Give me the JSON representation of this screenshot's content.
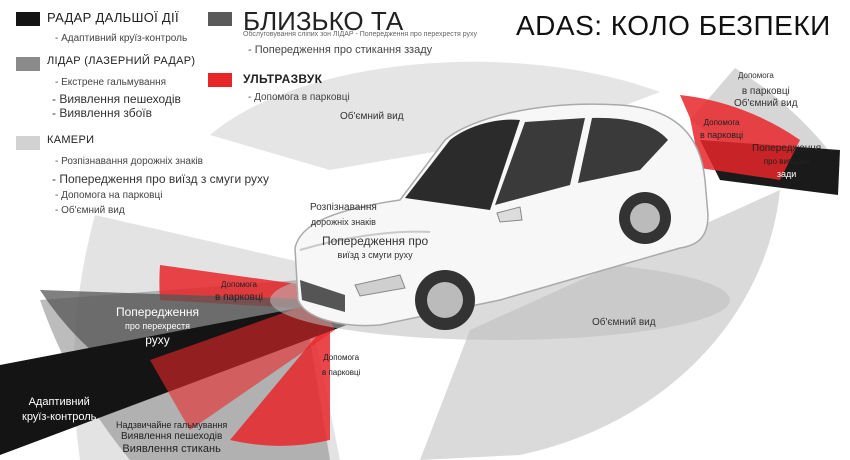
{
  "title": "ADAS: КОЛО БЕЗПЕКИ",
  "legend": [
    {
      "heading": "РАДАР ДАЛЬШОЇ ДІЇ",
      "color": "#141414",
      "items": [
        "- Адаптивний круїз-контроль"
      ]
    },
    {
      "heading": "ЛІДАР (ЛАЗЕРНИЙ РАДАР)",
      "color": "#8a8a8a",
      "items": [
        "- Екстрене гальмування",
        "- Виявлення пешеходів",
        "- Виявлення збоїв"
      ]
    },
    {
      "heading": "КАМЕРИ",
      "color": "#d2d2d2",
      "items": [
        "- Розпізнавання дорожніх знаків",
        "- Попередження про виїзд з смуги руху",
        "- Допомога на парковці",
        "- Об'ємний вид"
      ]
    },
    {
      "heading": "БЛИЗЬКО ТА",
      "color": "#5a5a5a",
      "items": [
        "Обслуговування сліпих зон ЛІДАР - Попередження про перехрестя руху",
        "- Попередження про стикання ззаду"
      ]
    },
    {
      "heading": "УЛЬТРАЗВУК",
      "color": "#e8262a",
      "items": [
        "- Допомога в парковці"
      ]
    }
  ],
  "zones": {
    "surround_top": "Об'ємний вид",
    "rear_park": [
      "Допомога",
      "в парковці"
    ],
    "rear_surround": "Об'ємний вид",
    "rear_park2": [
      "Допомога",
      "в парковці"
    ],
    "rear_warning": [
      "Попередження",
      "про випадки",
      "зади"
    ],
    "sign_recog": [
      "Розпізнавання",
      "дорожніх знаків"
    ],
    "lane_warning": [
      "Попередження про",
      "виїзд з смуги руху"
    ],
    "front_park": [
      "Допомога",
      "в парковці"
    ],
    "cross_traffic": [
      "Попередження",
      "про перехрестя",
      "руху"
    ],
    "front_park2": [
      "Допомога",
      "в парковці"
    ],
    "side_surround": "Об'ємний вид",
    "acc": [
      "Адаптивний",
      "круїз-контроль"
    ],
    "bottom": [
      "Надзвичайне гальмування",
      "Виявлення пешеходів",
      "Виявлення стикань"
    ]
  }
}
